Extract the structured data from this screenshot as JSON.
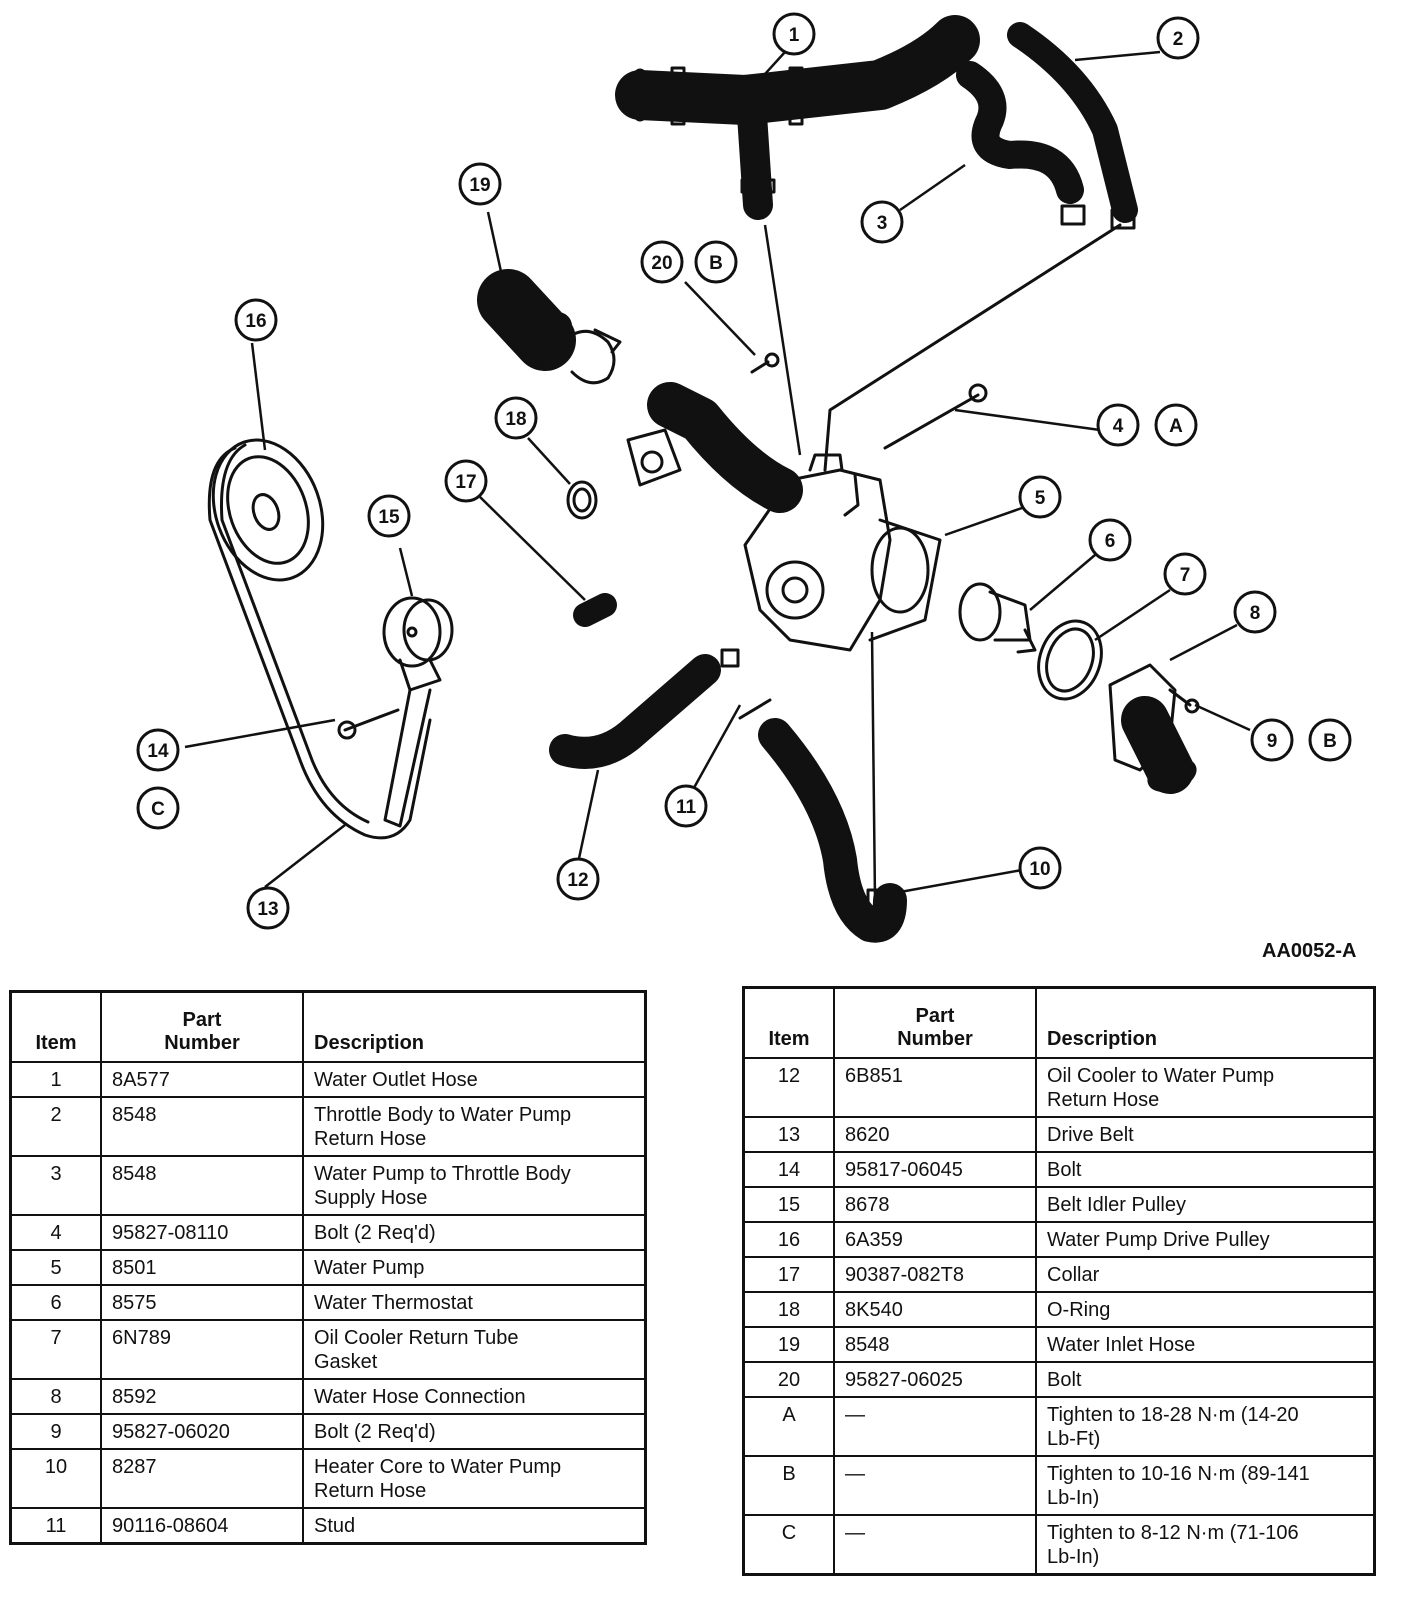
{
  "figure_id": "AA0052-A",
  "callouts": [
    "1",
    "2",
    "3",
    "4",
    "5",
    "6",
    "7",
    "8",
    "9",
    "10",
    "11",
    "12",
    "13",
    "14",
    "15",
    "16",
    "17",
    "18",
    "19",
    "20",
    "A",
    "B",
    "C"
  ],
  "headers": {
    "item": "Item",
    "part_line1": "Part",
    "part_line2": "Number",
    "description": "Description"
  },
  "table_left": [
    {
      "item": "1",
      "part": "8A577",
      "desc1": "Water Outlet Hose",
      "desc2": ""
    },
    {
      "item": "2",
      "part": "8548",
      "desc1": "Throttle Body to Water Pump",
      "desc2": "Return Hose"
    },
    {
      "item": "3",
      "part": "8548",
      "desc1": "Water Pump to Throttle Body",
      "desc2": "Supply Hose"
    },
    {
      "item": "4",
      "part": "95827-08110",
      "desc1": "Bolt (2 Req'd)",
      "desc2": ""
    },
    {
      "item": "5",
      "part": "8501",
      "desc1": "Water Pump",
      "desc2": ""
    },
    {
      "item": "6",
      "part": "8575",
      "desc1": "Water Thermostat",
      "desc2": ""
    },
    {
      "item": "7",
      "part": "6N789",
      "desc1": "Oil Cooler Return Tube",
      "desc2": "Gasket"
    },
    {
      "item": "8",
      "part": "8592",
      "desc1": "Water Hose Connection",
      "desc2": ""
    },
    {
      "item": "9",
      "part": "95827-06020",
      "desc1": "Bolt (2 Req'd)",
      "desc2": ""
    },
    {
      "item": "10",
      "part": "8287",
      "desc1": "Heater Core to Water Pump",
      "desc2": "Return Hose"
    },
    {
      "item": "11",
      "part": "90116-08604",
      "desc1": "Stud",
      "desc2": ""
    }
  ],
  "table_right": [
    {
      "item": "12",
      "part": "6B851",
      "desc1": "Oil Cooler to Water Pump",
      "desc2": "Return Hose"
    },
    {
      "item": "13",
      "part": "8620",
      "desc1": "Drive Belt",
      "desc2": ""
    },
    {
      "item": "14",
      "part": "95817-06045",
      "desc1": "Bolt",
      "desc2": ""
    },
    {
      "item": "15",
      "part": "8678",
      "desc1": "Belt Idler Pulley",
      "desc2": ""
    },
    {
      "item": "16",
      "part": "6A359",
      "desc1": "Water Pump Drive Pulley",
      "desc2": ""
    },
    {
      "item": "17",
      "part": "90387-082T8",
      "desc1": "Collar",
      "desc2": ""
    },
    {
      "item": "18",
      "part": "8K540",
      "desc1": "O-Ring",
      "desc2": ""
    },
    {
      "item": "19",
      "part": "8548",
      "desc1": "Water Inlet Hose",
      "desc2": ""
    },
    {
      "item": "20",
      "part": "95827-06025",
      "desc1": "Bolt",
      "desc2": ""
    },
    {
      "item": "A",
      "part": "—",
      "desc1": "Tighten to 18-28 N·m (14-20",
      "desc2": "Lb-Ft)"
    },
    {
      "item": "B",
      "part": "—",
      "desc1": "Tighten to 10-16 N·m (89-141",
      "desc2": "Lb-In)"
    },
    {
      "item": "C",
      "part": "—",
      "desc1": "Tighten to 8-12 N·m (71-106",
      "desc2": "Lb-In)"
    }
  ]
}
